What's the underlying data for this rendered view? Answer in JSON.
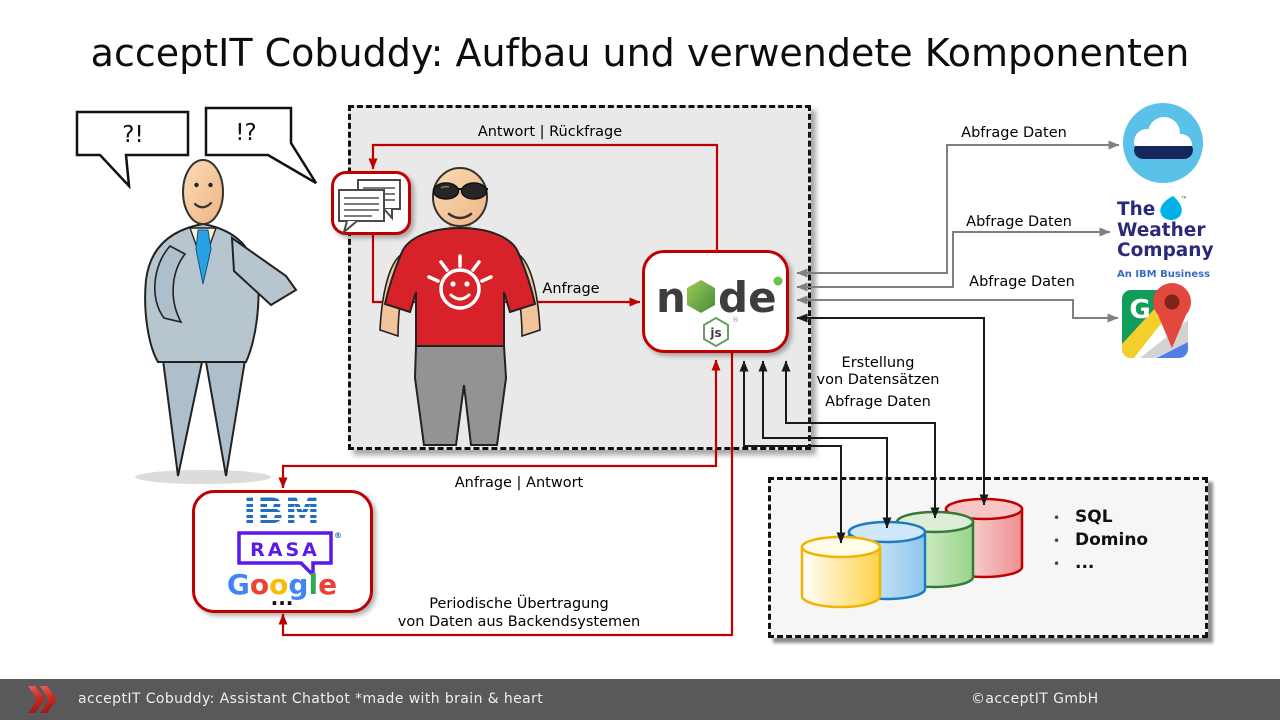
{
  "title": "acceptIT Cobuddy: Aufbau und verwendete Komponenten",
  "actors": {
    "bubble_left": "?!",
    "bubble_right": "!?"
  },
  "connections": {
    "antwort_rueckfrage": "Antwort | Rückfrage",
    "anfrage": "Anfrage",
    "abfrage_daten_cloud": "Abfrage Daten",
    "abfrage_daten_weather": "Abfrage Daten",
    "abfrage_daten_maps": "Abfrage Daten",
    "erstellung_line1": "Erstellung",
    "erstellung_line2": "von Datensätzen",
    "erstellung_line3": "Abfrage Daten",
    "anfrage_antwort": "Anfrage | Antwort",
    "periodisch_line1": "Periodische Übertragung",
    "periodisch_line2": "von Daten aus Backendsystemen"
  },
  "nodejs": {
    "part1": "n",
    "part2": "de",
    "badge": "js",
    "reg": "®"
  },
  "weather_company": {
    "line1": "The",
    "line2": "Weather",
    "line3": "Company",
    "subline": "An IBM Business",
    "tm": "™"
  },
  "gmaps": {
    "g": "G"
  },
  "ai_services": {
    "ibm": "IBM",
    "ibm_reg": "®",
    "rasa": "RASA",
    "google_letters": [
      {
        "ch": "G",
        "color": "#4285F4"
      },
      {
        "ch": "o",
        "color": "#EA4335"
      },
      {
        "ch": "o",
        "color": "#FBBC05"
      },
      {
        "ch": "g",
        "color": "#4285F4"
      },
      {
        "ch": "l",
        "color": "#34A853"
      },
      {
        "ch": "e",
        "color": "#EA4335"
      }
    ],
    "more": "..."
  },
  "databases": {
    "bullet": "•",
    "items": [
      "SQL",
      "Domino",
      "..."
    ]
  },
  "footer": {
    "left": "acceptIT Cobuddy: Assistant Chatbot *made with brain & heart",
    "right": "©acceptIT GmbH"
  },
  "colors": {
    "accent_red": "#C00000",
    "arrow_gray": "#808080",
    "arrow_black": "#1A1A1A",
    "env_box_bg": "#E9E9E9",
    "db_box_bg": "#F6F6F6",
    "footer_bg": "#59595B",
    "ibm_blue": "#1F70C1",
    "rasa_purple": "#5A1AE8",
    "node_green": "#6CC24A",
    "cloud_blue": "#5AC1E8",
    "cloud_navy": "#15265A",
    "weather_navy": "#2B2A7A"
  }
}
